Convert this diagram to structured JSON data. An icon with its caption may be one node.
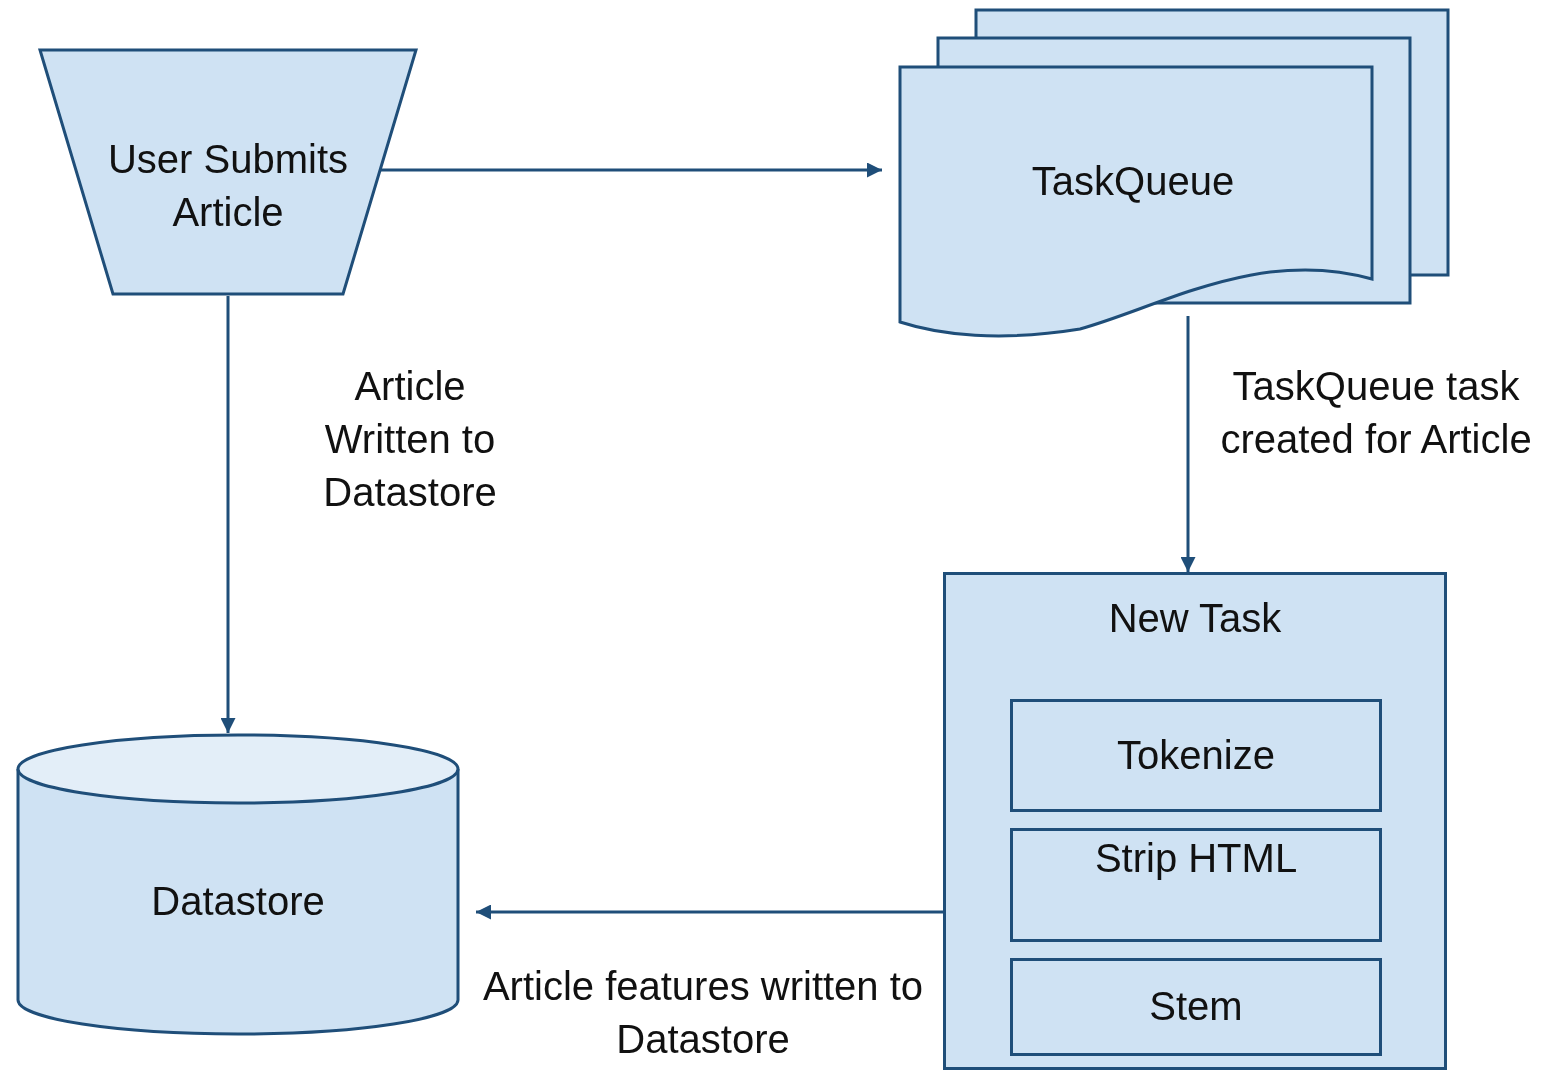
{
  "diagram": {
    "nodes": [
      {
        "text": [
          "User Submits Article"
        ]
      },
      {
        "text": [
          "TaskQueue"
        ]
      },
      {
        "text": [
          "New Task"
        ]
      },
      {
        "text": [
          "Tokenize"
        ],
        "in": 2
      },
      {
        "text": [
          "Strip HTML"
        ],
        "in": 2
      },
      {
        "text": [
          "Stem"
        ],
        "in": 2
      },
      {
        "text": [
          "Datastore"
        ]
      }
    ],
    "edges": [
      {
        "from": 0,
        "to": 1,
        "arrow": "to"
      },
      {
        "from": 1,
        "to": 2,
        "arrow": "to",
        "label": "TaskQueue task created for Article"
      },
      {
        "from": 0,
        "to": 6,
        "arrow": "to",
        "label": "Article Written to Datastore"
      },
      {
        "from": 2,
        "to": 6,
        "arrow": "to",
        "label": "Article features written to Datastore"
      }
    ]
  }
}
